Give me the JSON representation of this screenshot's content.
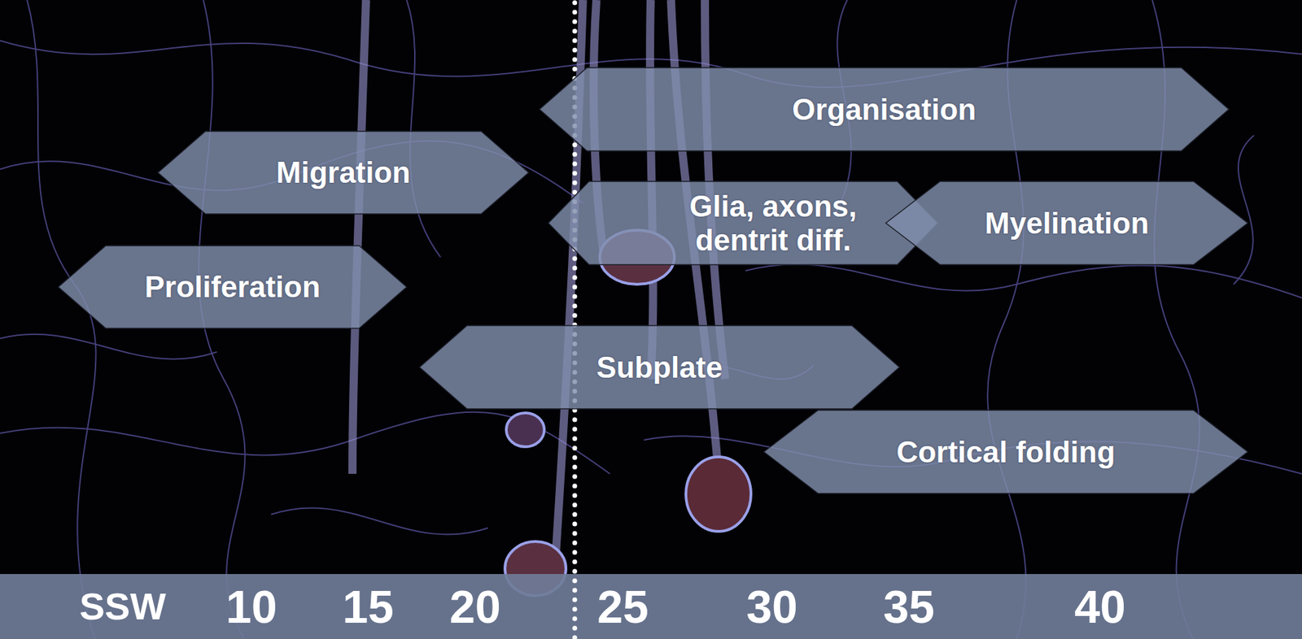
{
  "diagram": {
    "nodes": [
      {
        "text": [
          "Organisation"
        ]
      },
      {
        "text": [
          "Migration"
        ]
      },
      {
        "text": [
          "Glia, axons, dentrit diff."
        ]
      },
      {
        "text": [
          "Myelination"
        ]
      },
      {
        "text": [
          "Proliferation"
        ]
      },
      {
        "text": [
          "Subplate"
        ]
      },
      {
        "text": [
          "Cortical folding"
        ]
      }
    ],
    "labels": [
      "SSW",
      "10",
      "15",
      "20",
      "25",
      "30",
      "35",
      "40"
    ]
  }
}
